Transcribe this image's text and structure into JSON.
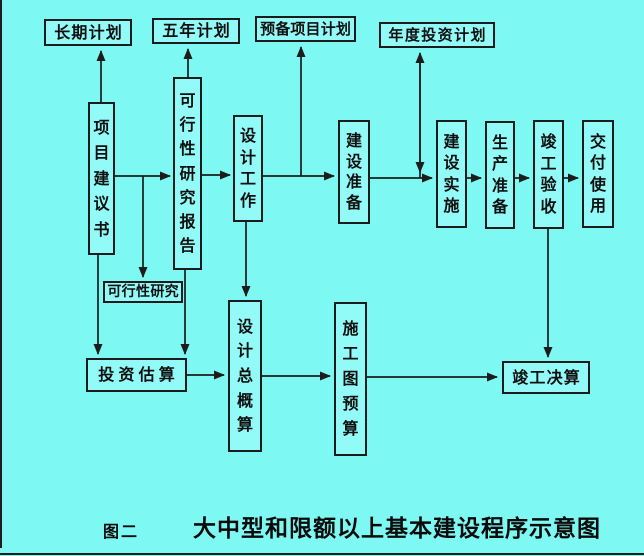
{
  "figure": {
    "label": "图二",
    "title": "大中型和限额以上基本建设程序示意图"
  },
  "colors": {
    "background": "#7ef8f2",
    "box_fill": "#93fbf7",
    "line": "#1c1c1c"
  },
  "nodes": {
    "long_term_plan": "长期计划",
    "five_year_plan": "五年计划",
    "preparatory_project_plan": "预备项目计划",
    "annual_investment_plan": "年度投资计划",
    "project_proposal": "项目建议书",
    "feasibility_study_report": "可行性研究报告",
    "feasibility_study": "可行性研究",
    "design_work": "设计工作",
    "construction_preparation": "建设准备",
    "construction_implementation": "建设实施",
    "production_preparation": "生产准备",
    "completion_acceptance": "竣工验收",
    "handover_for_use": "交付使用",
    "investment_estimate": "投资估算",
    "design_overall_budget": "设计总概算",
    "construction_drawing_budget": "施工图预算",
    "completion_final_account": "竣工决算"
  }
}
